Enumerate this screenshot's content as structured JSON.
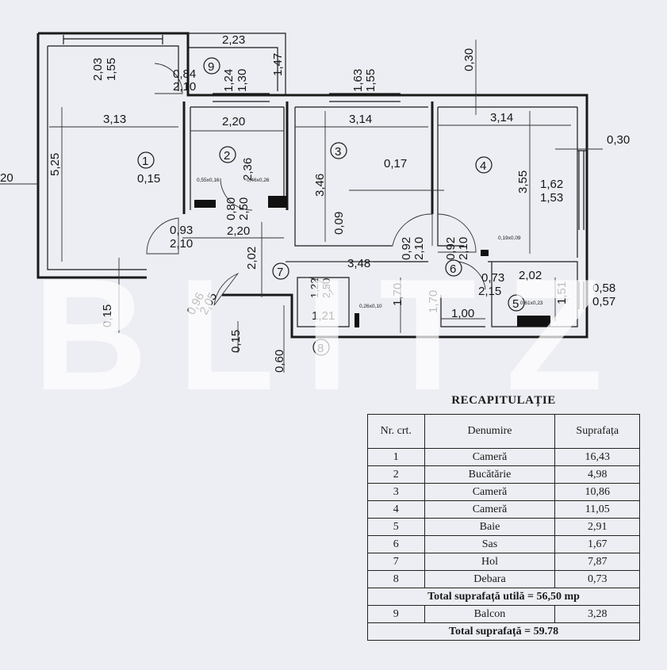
{
  "plan": {
    "dims": {
      "balcony_w": "2,23",
      "balcony_h": "1,47",
      "balcony_door_w": "0,84",
      "balcony_door_h": "2,10",
      "bal_win_w": "1,24",
      "bal_win_h": "1,30",
      "r1_win_w": "2,03",
      "r1_win_h": "1,55",
      "r1_width": "3,13",
      "r1_height": "5,25",
      "r1_pillar": "0,15",
      "r1_ext": "20",
      "r2_width": "2,20",
      "r2_height": "2,36",
      "r2_door_w": "0,80",
      "r2_door_h": "2,50",
      "r3_win_w": "1,63",
      "r3_win_h": "1,55",
      "r3_width": "3,14",
      "r3_height": "3,46",
      "r3_wall": "0,17",
      "r3_beam": "0,09",
      "r4_top_wall": "0,30",
      "r4_width": "3,14",
      "r4_height": "3,55",
      "r4_side_wall": "0,30",
      "r4_win_w": "1,62",
      "r4_win_h": "1,53",
      "r1_door_w": "0,93",
      "r1_door_h": "2,10",
      "hall_w": "2,20",
      "hall_h": "2,02",
      "hall_len": "3,48",
      "r3_door_w": "0,92",
      "r3_door_h": "2,10",
      "r4_door_w": "0,92",
      "r4_door_h": "2,10",
      "entry_door_w": "0,96",
      "entry_door_h": "2,05",
      "pantry_door_w": "1,22",
      "pantry_door_h": "2,50",
      "pantry_h": "1,70",
      "pantry_w": "1,21",
      "sas_h": "1,70",
      "sas_w": "1,00",
      "bath_door_w": "0,73",
      "bath_door_h": "2,15",
      "bath_w": "2,02",
      "bath_h": "1,51",
      "bath_win_w": "0,58",
      "bath_win_h": "0,57",
      "left_015": "0,15",
      "mid_015": "0,15",
      "mid_060": "0,60"
    },
    "ducts": {
      "d1": "0,55x0,16",
      "d2": "0,46x0,26",
      "d3": "0,19x0,09",
      "d4": "0,26x0,10",
      "d5": "0,61x0,23"
    },
    "rooms": [
      "1",
      "2",
      "3",
      "4",
      "5",
      "6",
      "7",
      "8",
      "9"
    ]
  },
  "watermark": "BLITZ",
  "summary": {
    "title": "RECAPITULAȚIE",
    "headers": {
      "nr": "Nr. crt.",
      "name": "Denumire",
      "area": "Suprafața"
    },
    "rows": [
      {
        "nr": "1",
        "name": "Cameră",
        "area": "16,43"
      },
      {
        "nr": "2",
        "name": "Bucătărie",
        "area": "4,98"
      },
      {
        "nr": "3",
        "name": "Cameră",
        "area": "10,86"
      },
      {
        "nr": "4",
        "name": "Cameră",
        "area": "11,05"
      },
      {
        "nr": "5",
        "name": "Baie",
        "area": "2,91"
      },
      {
        "nr": "6",
        "name": "Sas",
        "area": "1,67"
      },
      {
        "nr": "7",
        "name": "Hol",
        "area": "7,87"
      },
      {
        "nr": "8",
        "name": "Debara",
        "area": "0,73"
      }
    ],
    "total_util": "Total suprafață utilă = 56,50 mp",
    "balcony": {
      "nr": "9",
      "name": "Balcon",
      "area": "3,28"
    },
    "total": "Total suprafață = 59.78"
  }
}
